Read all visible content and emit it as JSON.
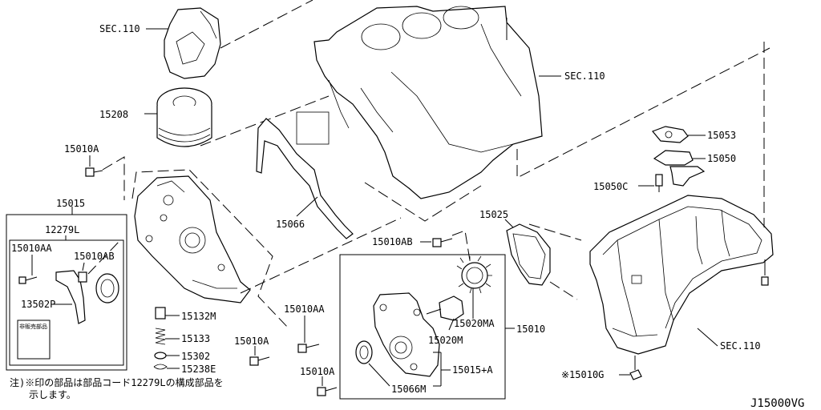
{
  "labels": {
    "sec110_top_left": "SEC.110",
    "sec110_top_right": "SEC.110",
    "sec110_bottom_right": "SEC.110",
    "p15208": "15208",
    "p15010A_top": "15010A",
    "p15015": "15015",
    "p12279L": "12279L",
    "p15010AA_box": "15010AA",
    "p15010AB_box": "15010AB",
    "p13502P": "13502P",
    "p15066_top": "15066",
    "p15025": "15025",
    "p15010AB_mid": "15010AB",
    "p15053": "15053",
    "p15050": "15050",
    "p15050C": "15050C",
    "p15132M": "15132M",
    "p15133": "15133",
    "p15302": "15302",
    "p15238E": "15238E",
    "p15010AA_mid": "15010AA",
    "p15010A_mid": "15010A",
    "p15010A_low": "15010A",
    "p15020MA": "15020MA",
    "p15010": "15010",
    "p15020M": "15020M",
    "p15015A": "15015+A",
    "p15066M": "15066M",
    "p15010G": "※15010G",
    "diagram_code": "J15000VG"
  },
  "footnote": {
    "line1": "注)※印の部品は部品コード12279Lの構成部品を",
    "line2": "示します。"
  },
  "box_inner_label": "非販売部品"
}
